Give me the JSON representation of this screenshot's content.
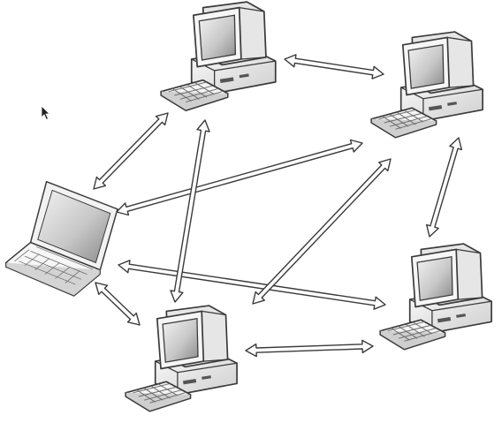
{
  "diagram": {
    "nodes": [
      {
        "id": "laptop",
        "kind": "laptop",
        "icon": "laptop-icon"
      },
      {
        "id": "pc-top",
        "kind": "desktop",
        "icon": "desktop-computer-icon"
      },
      {
        "id": "pc-right-top",
        "kind": "desktop",
        "icon": "desktop-computer-icon"
      },
      {
        "id": "pc-right-bottom",
        "kind": "desktop",
        "icon": "desktop-computer-icon"
      },
      {
        "id": "pc-bottom",
        "kind": "desktop",
        "icon": "desktop-computer-icon"
      }
    ],
    "connections": [
      {
        "from": "pc-top",
        "to": "pc-right-top",
        "bidirectional": true
      },
      {
        "from": "laptop",
        "to": "pc-top",
        "bidirectional": true
      },
      {
        "from": "laptop",
        "to": "pc-right-top",
        "bidirectional": true
      },
      {
        "from": "laptop",
        "to": "pc-right-bottom",
        "bidirectional": true
      },
      {
        "from": "laptop",
        "to": "pc-bottom",
        "bidirectional": true
      },
      {
        "from": "pc-top",
        "to": "pc-bottom",
        "bidirectional": true
      },
      {
        "from": "pc-right-top",
        "to": "pc-bottom",
        "bidirectional": true
      },
      {
        "from": "pc-right-top",
        "to": "pc-right-bottom",
        "bidirectional": true
      },
      {
        "from": "pc-bottom",
        "to": "pc-right-bottom",
        "bidirectional": true
      }
    ],
    "colors": {
      "outline": "#3a3a3a",
      "body_light": "#f4f4f4",
      "body_mid": "#d0d0d0",
      "screen_light": "#eeeeee",
      "screen_dark": "#9a9a9a",
      "arrow_fill": "#ffffff"
    }
  }
}
